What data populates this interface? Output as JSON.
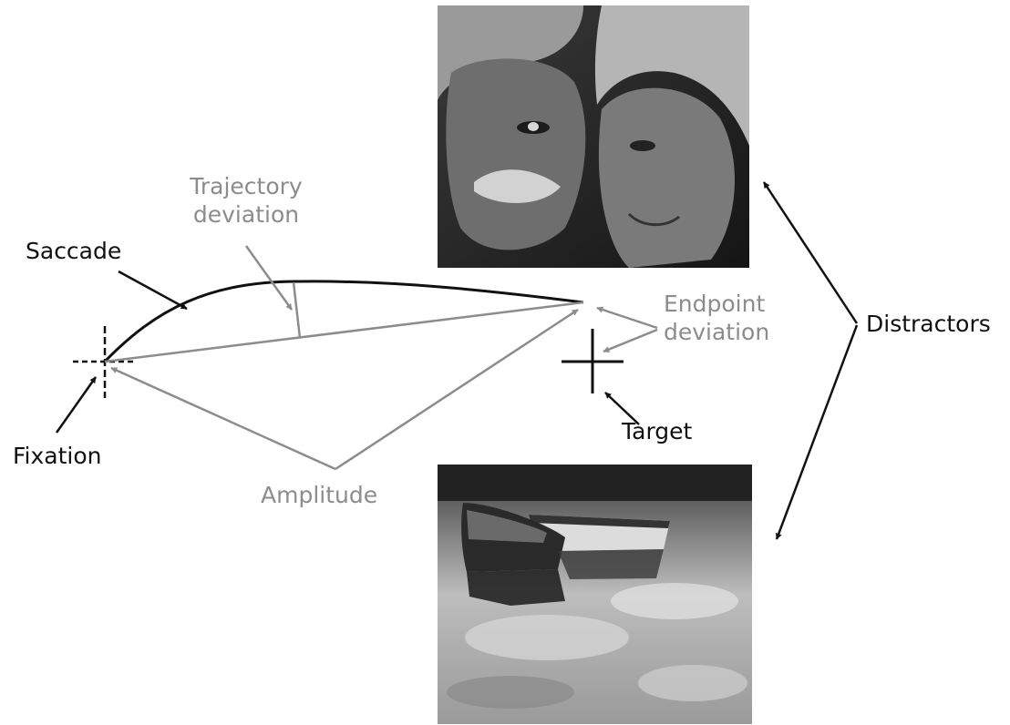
{
  "labels": {
    "trajectory_deviation_line1": "Trajectory",
    "trajectory_deviation_line2": "deviation",
    "saccade": "Saccade",
    "endpoint_deviation_line1": "Endpoint",
    "endpoint_deviation_line2": "deviation",
    "distractors": "Distractors",
    "fixation": "Fixation",
    "target": "Target",
    "amplitude": "Amplitude"
  },
  "colors": {
    "dark": "#111111",
    "grey": "#8c8c8c"
  },
  "images": {
    "top_distractor": "photo-elderly-couple-faces",
    "bottom_distractor": "photo-two-rowboats-on-water"
  }
}
